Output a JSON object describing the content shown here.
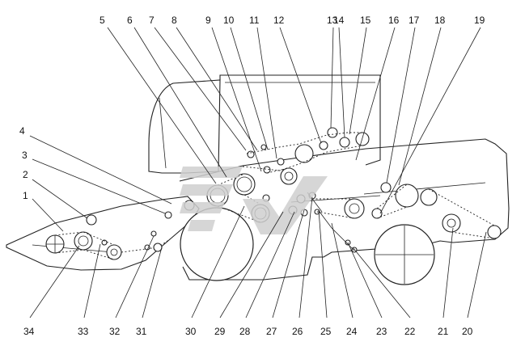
{
  "callouts": [
    {
      "id": "1",
      "label": "1"
    },
    {
      "id": "2",
      "label": "2"
    },
    {
      "id": "3",
      "label": "3"
    },
    {
      "id": "4",
      "label": "4"
    },
    {
      "id": "5",
      "label": "5"
    },
    {
      "id": "6",
      "label": "6"
    },
    {
      "id": "7",
      "label": "7"
    },
    {
      "id": "8",
      "label": "8"
    },
    {
      "id": "9",
      "label": "9"
    },
    {
      "id": "10",
      "label": "10"
    },
    {
      "id": "11",
      "label": "11"
    },
    {
      "id": "12",
      "label": "12"
    },
    {
      "id": "13",
      "label": "13"
    },
    {
      "id": "14",
      "label": "14"
    },
    {
      "id": "15",
      "label": "15"
    },
    {
      "id": "16",
      "label": "16"
    },
    {
      "id": "17",
      "label": "17"
    },
    {
      "id": "18",
      "label": "18"
    },
    {
      "id": "19",
      "label": "19"
    },
    {
      "id": "20",
      "label": "20"
    },
    {
      "id": "21",
      "label": "21"
    },
    {
      "id": "22",
      "label": "22"
    },
    {
      "id": "23",
      "label": "23"
    },
    {
      "id": "24",
      "label": "24"
    },
    {
      "id": "25",
      "label": "25"
    },
    {
      "id": "26",
      "label": "26"
    },
    {
      "id": "27",
      "label": "27"
    },
    {
      "id": "28",
      "label": "28"
    },
    {
      "id": "29",
      "label": "29"
    },
    {
      "id": "30",
      "label": "30"
    },
    {
      "id": "31",
      "label": "31"
    },
    {
      "id": "32",
      "label": "32"
    },
    {
      "id": "33",
      "label": "33"
    },
    {
      "id": "34",
      "label": "34"
    }
  ],
  "watermark": {
    "color": "#cfcfcf",
    "icon": "logo-watermark"
  }
}
